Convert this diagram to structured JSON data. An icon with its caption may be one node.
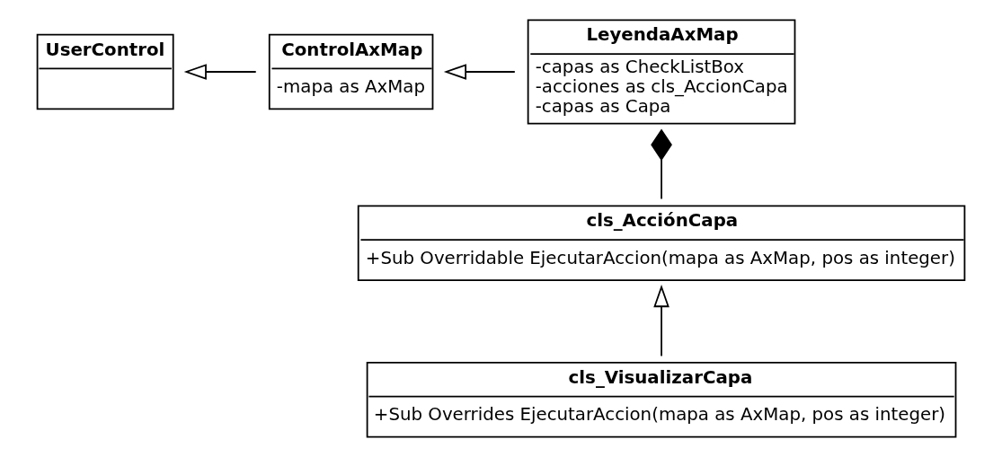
{
  "diagram": {
    "nodes": [
      {
        "text": [
          "UserControl"
        ]
      },
      {
        "text": [
          "ControlAxMap",
          "-mapa as AxMap"
        ]
      },
      {
        "text": [
          "LeyendaAxMap",
          "-capas as CheckListBox",
          "-acciones as cls_AccionCapa",
          "-capas as Capa"
        ]
      },
      {
        "text": [
          "cls_AcciónCapa",
          "+Sub Overridable EjecutarAccion(mapa as AxMap, pos as integer)"
        ]
      },
      {
        "text": [
          "cls_VisualizarCapa",
          "+Sub Overrides EjecutarAccion(mapa as AxMap, pos as integer)"
        ]
      }
    ],
    "edges": [
      {
        "from": 1,
        "to": 0,
        "arrow": "to"
      },
      {
        "from": 2,
        "to": 1,
        "arrow": "to"
      },
      {
        "from": 2,
        "to": 3,
        "arrow": "other"
      },
      {
        "from": 4,
        "to": 3,
        "arrow": "to"
      }
    ]
  }
}
